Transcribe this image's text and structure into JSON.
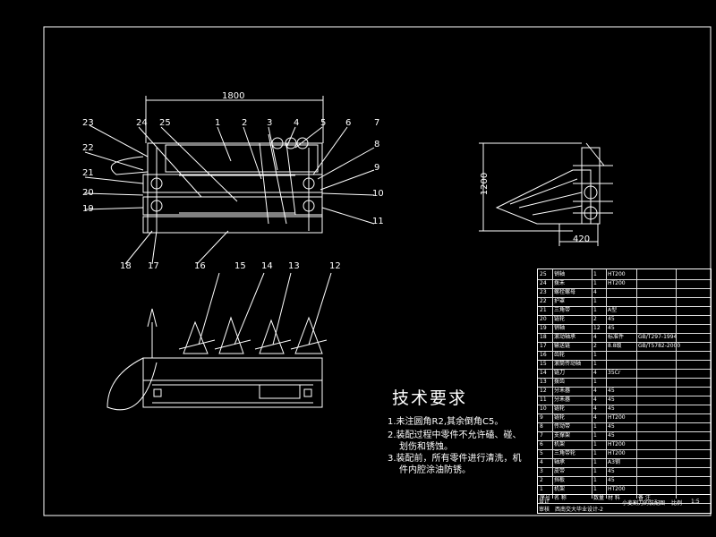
{
  "dimensions": {
    "top_width": "1800",
    "side_height": "1200",
    "side_depth": "420"
  },
  "balloons": [
    "1",
    "2",
    "3",
    "4",
    "5",
    "6",
    "7",
    "8",
    "9",
    "10",
    "11",
    "12",
    "13",
    "14",
    "15",
    "16",
    "17",
    "18",
    "19",
    "20",
    "21",
    "22",
    "23",
    "24",
    "25"
  ],
  "tech_requirements": {
    "title": "技术要求",
    "items": [
      "1.未注圆角R2,其余倒角C5。",
      "2.装配过程中零件不允许磕、碰、",
      "划伤和锈蚀。",
      "3.装配前，所有零件进行清洗，机",
      "件内腔涂油防锈。"
    ]
  },
  "bom": {
    "rows": [
      {
        "no": "25",
        "name": "销轴",
        "qty": "1",
        "mat": "HT200",
        "note": ""
      },
      {
        "no": "24",
        "name": "拨禾",
        "qty": "1",
        "mat": "HT200",
        "note": ""
      },
      {
        "no": "23",
        "name": "螺栓螺母",
        "qty": "4",
        "mat": "",
        "note": ""
      },
      {
        "no": "22",
        "name": "护罩",
        "qty": "1",
        "mat": "",
        "note": ""
      },
      {
        "no": "21",
        "name": "三角带",
        "qty": "1",
        "mat": "A型",
        "note": ""
      },
      {
        "no": "20",
        "name": "链轮",
        "qty": "2",
        "mat": "45",
        "note": ""
      },
      {
        "no": "19",
        "name": "销轴",
        "qty": "12",
        "mat": "45",
        "note": ""
      },
      {
        "no": "18",
        "name": "滚动轴承",
        "qty": "4",
        "mat": "标准件",
        "note": "GB/T297-1994"
      },
      {
        "no": "17",
        "name": "输送链",
        "qty": "2",
        "mat": "8.8级",
        "note": "GB/T5782-2000"
      },
      {
        "no": "16",
        "name": "齿轮",
        "qty": "1",
        "mat": "",
        "note": ""
      },
      {
        "no": "15",
        "name": "滚筒传动轴",
        "qty": "1",
        "mat": "",
        "note": ""
      },
      {
        "no": "14",
        "name": "链刀",
        "qty": "4",
        "mat": "35Cr",
        "note": ""
      },
      {
        "no": "13",
        "name": "拨齿",
        "qty": "1",
        "mat": "",
        "note": ""
      },
      {
        "no": "12",
        "name": "分禾器",
        "qty": "4",
        "mat": "45",
        "note": ""
      },
      {
        "no": "11",
        "name": "分禾器",
        "qty": "4",
        "mat": "45",
        "note": ""
      },
      {
        "no": "10",
        "name": "链轮",
        "qty": "4",
        "mat": "45",
        "note": ""
      },
      {
        "no": "9",
        "name": "链轮",
        "qty": "4",
        "mat": "HT200",
        "note": ""
      },
      {
        "no": "8",
        "name": "传动带",
        "qty": "1",
        "mat": "45",
        "note": ""
      },
      {
        "no": "7",
        "name": "支撑架",
        "qty": "1",
        "mat": "45",
        "note": ""
      },
      {
        "no": "6",
        "name": "机架",
        "qty": "1",
        "mat": "HT200",
        "note": ""
      },
      {
        "no": "5",
        "name": "三角带轮",
        "qty": "1",
        "mat": "HT200",
        "note": ""
      },
      {
        "no": "4",
        "name": "轴承",
        "qty": "1",
        "mat": "A3钢",
        "note": ""
      },
      {
        "no": "3",
        "name": "皮带",
        "qty": "1",
        "mat": "45",
        "note": ""
      },
      {
        "no": "2",
        "name": "挡板",
        "qty": "1",
        "mat": "45",
        "note": ""
      },
      {
        "no": "1",
        "name": "机架",
        "qty": "1",
        "mat": "HT200",
        "note": ""
      }
    ],
    "header": {
      "no": "序号",
      "name": "名 称",
      "qty": "数量",
      "mat": "材 料",
      "note": "备 注"
    }
  },
  "title_block": {
    "drawing_name": "小麦割刀的装配图",
    "sheet": "比例",
    "scale": "1:5",
    "r1": "设计",
    "r2": "审核",
    "school": "西南交大毕业设计-2"
  }
}
